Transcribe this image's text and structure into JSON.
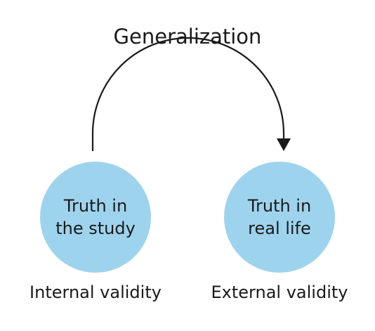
{
  "title": "Generalization",
  "left_node": {
    "line1": "Truth in",
    "line2": "the study",
    "caption": "Internal validity"
  },
  "right_node": {
    "line1": "Truth in",
    "line2": "real life",
    "caption": "External validity"
  },
  "colors": {
    "circle_fill": "#9ED3EE",
    "text": "#1a1a1a",
    "arrow": "#1a1a1a",
    "background": "#ffffff"
  },
  "icons": {
    "connector": "curved-arrow-icon"
  }
}
